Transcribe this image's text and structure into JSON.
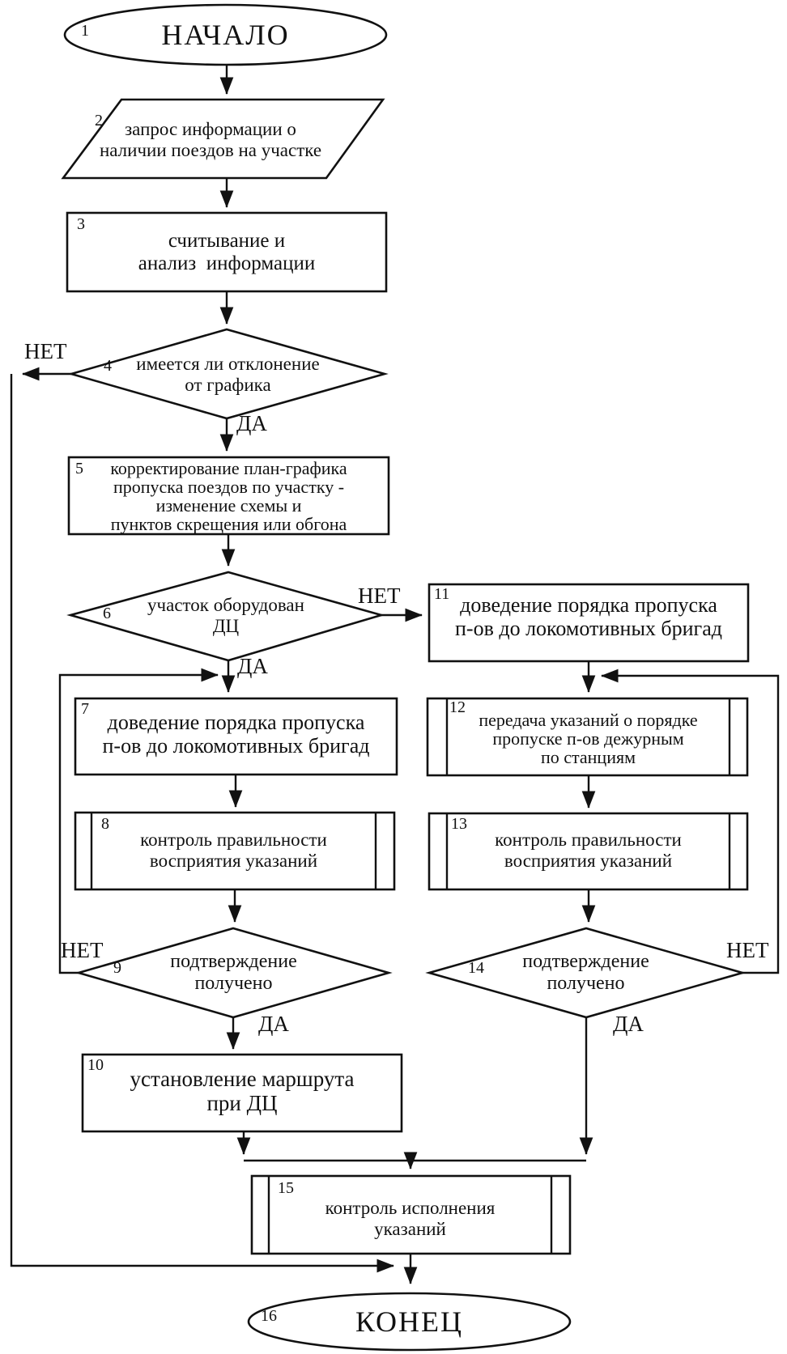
{
  "decision_labels": {
    "yes": "ДА",
    "no": "НЕТ"
  },
  "nodes": {
    "start": {
      "num": "1",
      "label": "НАЧАЛО"
    },
    "request_info": {
      "num": "2",
      "label": "запрос информации о\nналичии поездов на участке"
    },
    "read_analyze": {
      "num": "3",
      "label": "считывание и\nанализ  информации"
    },
    "deviation": {
      "num": "4",
      "label": "имеется ли отклонение\nот графика"
    },
    "adjust_plan": {
      "num": "5",
      "label": "корректирование план-графика\nпропуска поездов по участку -\nизменение схемы и\nпунктов скрещения или обгона"
    },
    "dc_equipped": {
      "num": "6",
      "label": "участок оборудован\nДЦ"
    },
    "inform_crews_dc": {
      "num": "7",
      "label": "доведение порядка пропуска\nп-ов до локомотивных бригад"
    },
    "check_perception_dc": {
      "num": "8",
      "label": "контроль правильности\nвосприятия указаний"
    },
    "confirm_dc": {
      "num": "9",
      "label": "подтверждение\nполучено"
    },
    "set_route": {
      "num": "10",
      "label": "установление маршрута\nпри ДЦ"
    },
    "inform_crews": {
      "num": "11",
      "label": "доведение порядка пропуска\nп-ов до локомотивных бригад"
    },
    "transmit_orders": {
      "num": "12",
      "label": "передача указаний о порядке\nпропуске п-ов дежурным\nпо станциям"
    },
    "check_perception": {
      "num": "13",
      "label": "контроль правильности\nвосприятия указаний"
    },
    "confirm": {
      "num": "14",
      "label": "подтверждение\nполучено"
    },
    "check_execution": {
      "num": "15",
      "label": "контроль исполнения\nуказаний"
    },
    "end": {
      "num": "16",
      "label": "КОНЕЦ"
    }
  }
}
